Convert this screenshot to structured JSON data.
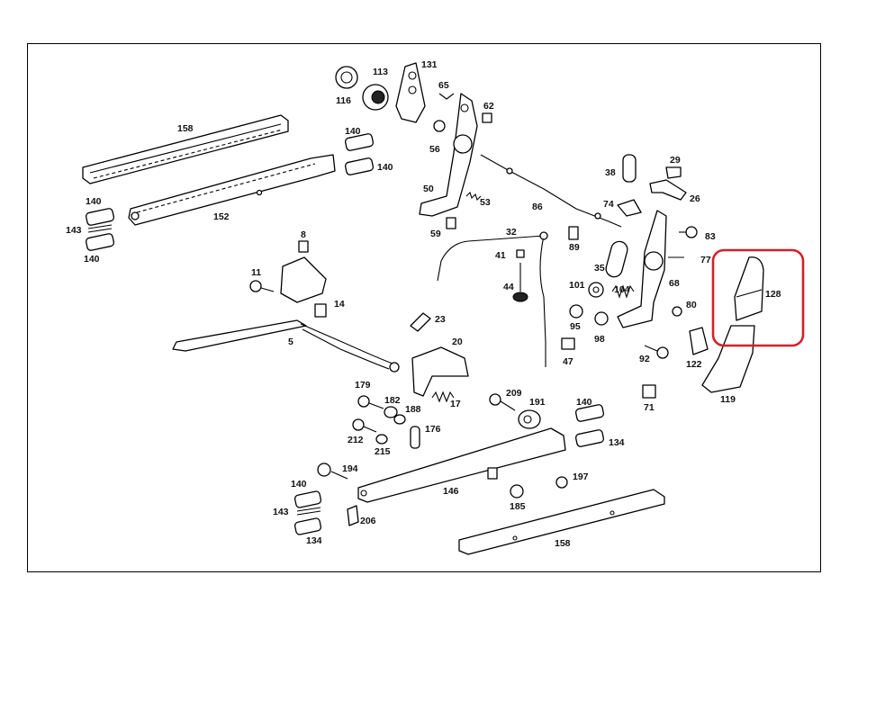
{
  "diagram": {
    "highlight_color": "#d3202a",
    "labels": {
      "p131": "131",
      "p113": "113",
      "p116": "116",
      "p65": "65",
      "p62": "62",
      "p56": "56",
      "p50": "50",
      "p53": "53",
      "p59": "59",
      "p86": "86",
      "p158a": "158",
      "p140a": "140",
      "p140b": "140",
      "p140c": "140",
      "p143a": "143",
      "p140d": "140",
      "p152": "152",
      "p38": "38",
      "p29": "29",
      "p26": "26",
      "p74": "74",
      "p83": "83",
      "p89": "89",
      "p32": "32",
      "p41": "41",
      "p44": "44",
      "p35": "35",
      "p77": "77",
      "p128": "128",
      "p8": "8",
      "p11": "11",
      "p14": "14",
      "p5": "5",
      "p23": "23",
      "p101": "101",
      "p104": "104",
      "p68": "68",
      "p80": "80",
      "p95": "95",
      "p98": "98",
      "p47": "47",
      "p20": "20",
      "p92": "92",
      "p122": "122",
      "p119": "119",
      "p17": "17",
      "p71": "71",
      "p179": "179",
      "p182": "182",
      "p188": "188",
      "p209": "209",
      "p191": "191",
      "p140e": "140",
      "p134a": "134",
      "p212": "212",
      "p215": "215",
      "p176": "176",
      "p194": "194",
      "p146": "146",
      "p197": "197",
      "p140f": "140",
      "p143b": "143",
      "p206": "206",
      "p185": "185",
      "p134b": "134",
      "p158b": "158"
    }
  }
}
